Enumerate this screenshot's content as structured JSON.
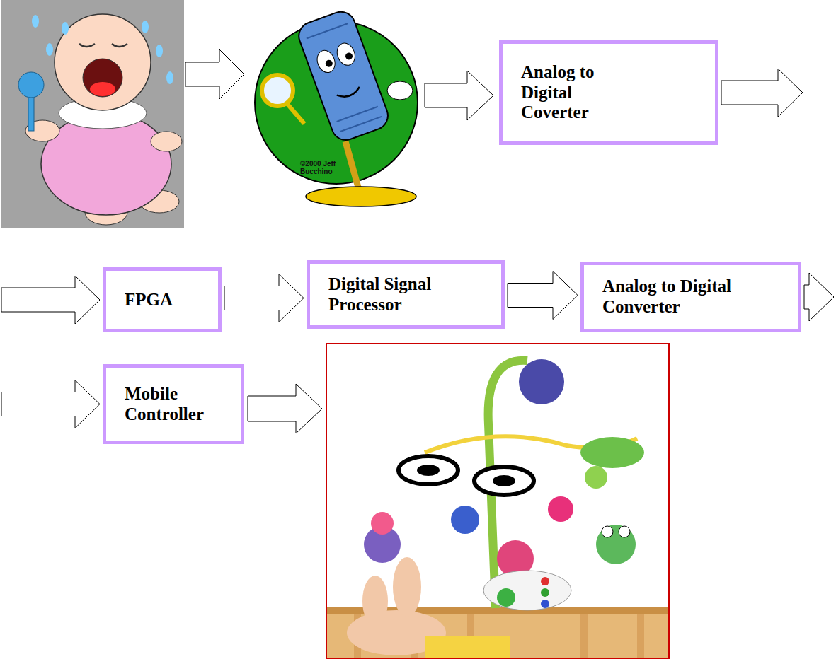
{
  "diagram": {
    "nodes": [
      {
        "text": [
          "Analog to Digital Coverter"
        ]
      },
      {
        "text": [
          "FPGA"
        ]
      },
      {
        "text": [
          "Digital Signal Processor"
        ]
      },
      {
        "text": [
          "Analog to Digital Converter"
        ]
      },
      {
        "text": [
          "Mobile Controller"
        ]
      }
    ],
    "edges": [
      {
        "from": 0,
        "to": 1,
        "arrow": "to"
      },
      {
        "from": 1,
        "to": 2,
        "arrow": "to"
      },
      {
        "from": 2,
        "to": 3,
        "arrow": "to"
      },
      {
        "from": 3,
        "to": 4,
        "arrow": "to"
      }
    ],
    "labels": [
      "©2000 Jeff Bucchino"
    ]
  }
}
